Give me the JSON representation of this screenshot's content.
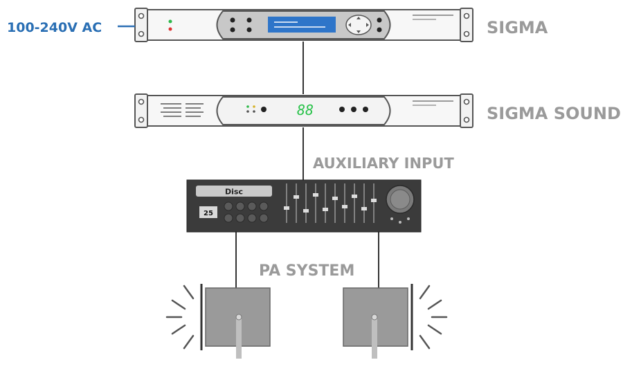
{
  "labels": {
    "power_input": "100-240V AC",
    "sigma": "SIGMA",
    "sigma_sound": "SIGMA SOUND",
    "auxiliary_input": "AUXILIARY INPUT",
    "pa_system": "PA SYSTEM"
  },
  "sigma_sound_display": "88",
  "mixer": {
    "disc_label": "Disc",
    "track_number": "25"
  },
  "colors": {
    "power_label": "#2a6fb4",
    "device_label": "#9a9a9a",
    "rack_frame": "#555555",
    "display_blue": "#2e75c9",
    "display_green": "#29c24a",
    "mixer_body": "#3b3b3b"
  }
}
